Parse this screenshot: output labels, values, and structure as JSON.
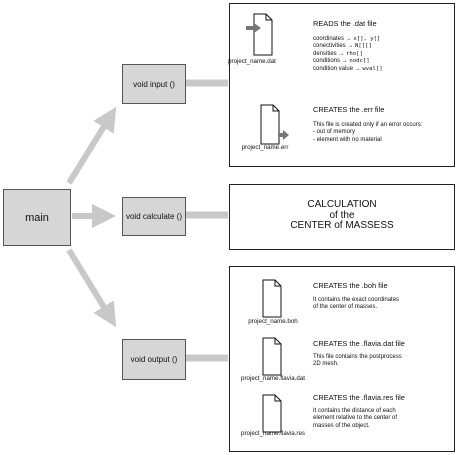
{
  "main_box": {
    "label": "main"
  },
  "functions": {
    "input": "void input ()",
    "calculate": "void calculate ()",
    "output": "void output ()"
  },
  "input_panel": {
    "read_heading": "READS the .dat file",
    "read_file": "project_name.dat",
    "read_rows": [
      {
        "label": "coordinates →",
        "code": "x[], y[]"
      },
      {
        "label": "conectivities →",
        "code": "N[][]"
      },
      {
        "label": "densities →",
        "code": "rho[]"
      },
      {
        "label": "conditions →",
        "code": "nodc[]"
      },
      {
        "label": "condition value →",
        "code": "wval[]"
      }
    ],
    "err_heading": "CREATES the .err file",
    "err_file": "project_name.err",
    "err_lines": [
      "This file is created only if an error occurs:",
      "- out of memory",
      "- element with no material"
    ]
  },
  "calc_panel": {
    "lines": [
      "CALCULATION",
      "of the",
      "CENTER of MASSESS"
    ]
  },
  "output_panel": {
    "boh": {
      "heading": "CREATES the .boh file",
      "file": "project_name.boh",
      "lines": [
        "It contains the exact coordinates",
        "of the center of masses."
      ]
    },
    "flavia_dat": {
      "heading": "CREATES the .flavia.dat file",
      "file": "project_name.flavia.dat",
      "lines": [
        "This file contains the postprocess",
        "2D mesh."
      ]
    },
    "flavia_res": {
      "heading": "CREATES the .flavia.res file",
      "file": "project_name.flavia.res",
      "lines": [
        "It contains the distance of each",
        "element relative to the center of",
        "masses of the object."
      ]
    }
  },
  "colors": {
    "arrow": "#c8c8c8",
    "box_fill": "#d6d6d6",
    "doc_arrow": "#777777"
  }
}
